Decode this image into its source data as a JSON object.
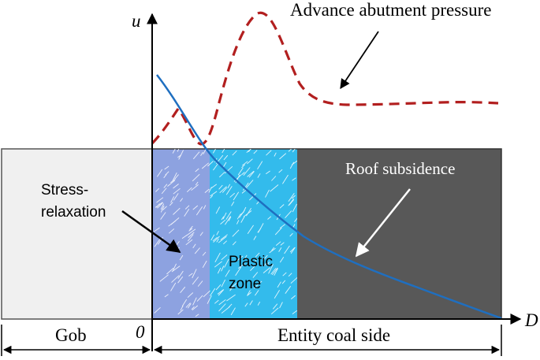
{
  "labels": {
    "u_axis": "u",
    "d_axis": "D",
    "origin": "0",
    "advance_abutment_pressure": "Advance abutment pressure",
    "roof_subsidence": "Roof subsidence",
    "stress_line1": "Stress-",
    "stress_line2": "relaxation",
    "plastic_line1": "Plastic",
    "plastic_line2": "zone",
    "gob": "Gob",
    "entity_coal_side": "Entity coal side"
  },
  "colors": {
    "gob_fill": "#f0f0f0",
    "stress_relaxation_fill": "#8da2e0",
    "plastic_zone_fill": "#33bbec",
    "elastic_zone_fill": "#585858",
    "pressure_curve": "#b21f1f",
    "subsidence_curve": "#1f6fc0",
    "axis": "#000000"
  },
  "icons": {
    "fracture_hatching": "crack-lines"
  }
}
